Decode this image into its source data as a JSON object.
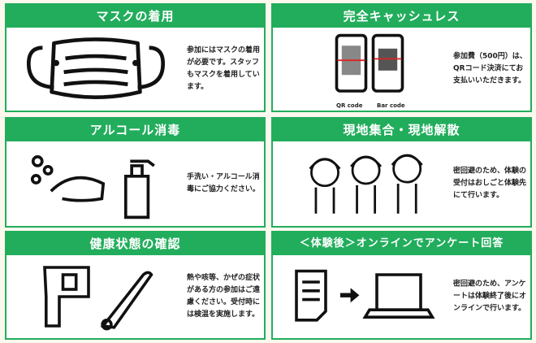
{
  "panels": [
    {
      "title": "マスクの着用",
      "text": "参加にはマスクの着用が必要です。スタッフもマスクを着用しています。",
      "icon": "mask-icon"
    },
    {
      "title": "完全キャッシュレス",
      "text": "参加費（500円）は、QRコード決済にてお支払いいただきます。",
      "icon": "smartphone-payment-icon",
      "labels": [
        "QR code",
        "Bar code"
      ]
    },
    {
      "title": "アルコール消毒",
      "text": "手洗い・アルコール消毒にご協力ください。",
      "icon": "hand-sanitizer-icon"
    },
    {
      "title": "現地集合・現地解散",
      "text": "密回避のため、体験の受付はおしごと体験先にて行います。",
      "icon": "children-walking-icon"
    },
    {
      "title": "健康状態の確認",
      "text": "熱や咳等、かぜの症状がある方の参加はご遠慮ください。受付時には検温を実施します。",
      "icon": "thermometer-icon"
    },
    {
      "title": "＜体験後＞オンラインでアンケート回答",
      "text": "密回避のため、アンケートは体験終了後にオンラインで行います。",
      "icon": "online-survey-icon"
    }
  ],
  "colors": {
    "accent": "#22ad5c"
  }
}
